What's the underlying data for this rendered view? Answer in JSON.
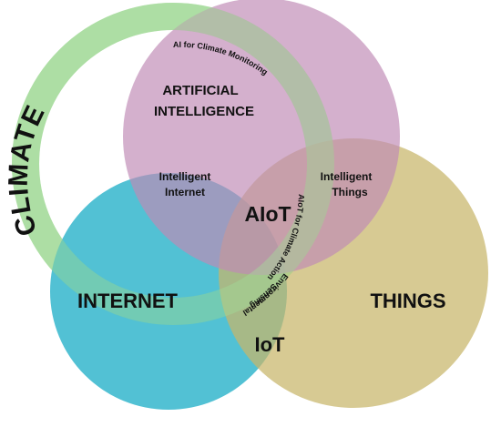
{
  "labels": {
    "climate": "CLIMATE",
    "ai_line1": "ARTIFICIAL",
    "ai_line2": "INTELLIGENCE",
    "internet": "INTERNET",
    "things": "THINGS",
    "iot": "IoT",
    "aiot": "AIoT",
    "intelligent_internet_line1": "Intelligent",
    "intelligent_internet_line2": "Internet",
    "intelligent_things_line1": "Intelligent",
    "intelligent_things_line2": "Things",
    "ai_climate_monitoring": "AI for Climate Monitoring",
    "aiot_climate_action": "AIoT for Climate Action",
    "environmental": "Environmental",
    "sensing": "Sensing"
  },
  "colors": {
    "climate_ring": "#a6dc9c",
    "ai_circle": "#c08ab5",
    "internet_circle": "#34b6cc",
    "things_circle": "#c8b66a"
  }
}
